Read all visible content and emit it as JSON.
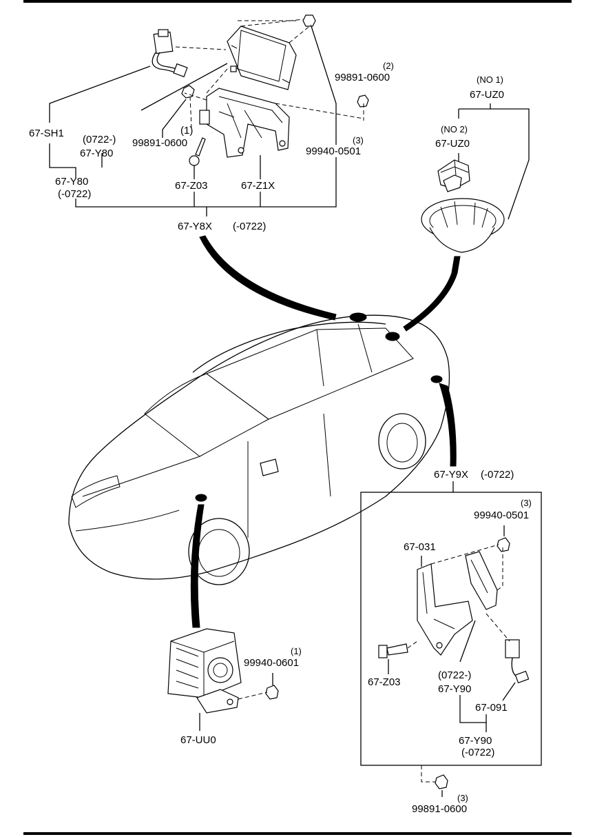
{
  "labels": {
    "top_67SH1": "67-SH1",
    "top_0722_dash_a": "(0722-)",
    "top_67Y80_a": "67-Y80",
    "top_67Y80_b": "67-Y80",
    "top_neg0722_a": "(-0722)",
    "top_qty1": "(1)",
    "top_99891_0600_a": "99891-0600",
    "top_67Z03": "67-Z03",
    "top_67Z1X": "67-Z1X",
    "top_qty2": "(2)",
    "top_99891_0600_b": "99891-0600",
    "top_qty3": "(3)",
    "top_99940_0501": "99940-0501",
    "assembly_67Y8X": "67-Y8X",
    "assembly_67Y8X_note": "(-0722)",
    "no1": "(NO 1)",
    "uz0_a": "67-UZ0",
    "no2": "(NO 2)",
    "uz0_b": "67-UZ0",
    "assembly_67Y9X": "67-Y9X",
    "assembly_67Y9X_note": "(-0722)",
    "rb_qty3": "(3)",
    "rb_99940_0501": "99940-0501",
    "rb_67031": "67-031",
    "rb_67Z03": "67-Z03",
    "rb_0722_dash": "(0722-)",
    "rb_67Y90_a": "67-Y90",
    "rb_67091": "67-091",
    "rb_67Y90_b": "67-Y90",
    "rb_neg0722": "(-0722)",
    "bl_qty1": "(1)",
    "bl_99940_0601": "99940-0601",
    "bl_67UU0": "67-UU0",
    "bottom_qty3": "(3)",
    "bottom_99891_0600": "99891-0600"
  }
}
